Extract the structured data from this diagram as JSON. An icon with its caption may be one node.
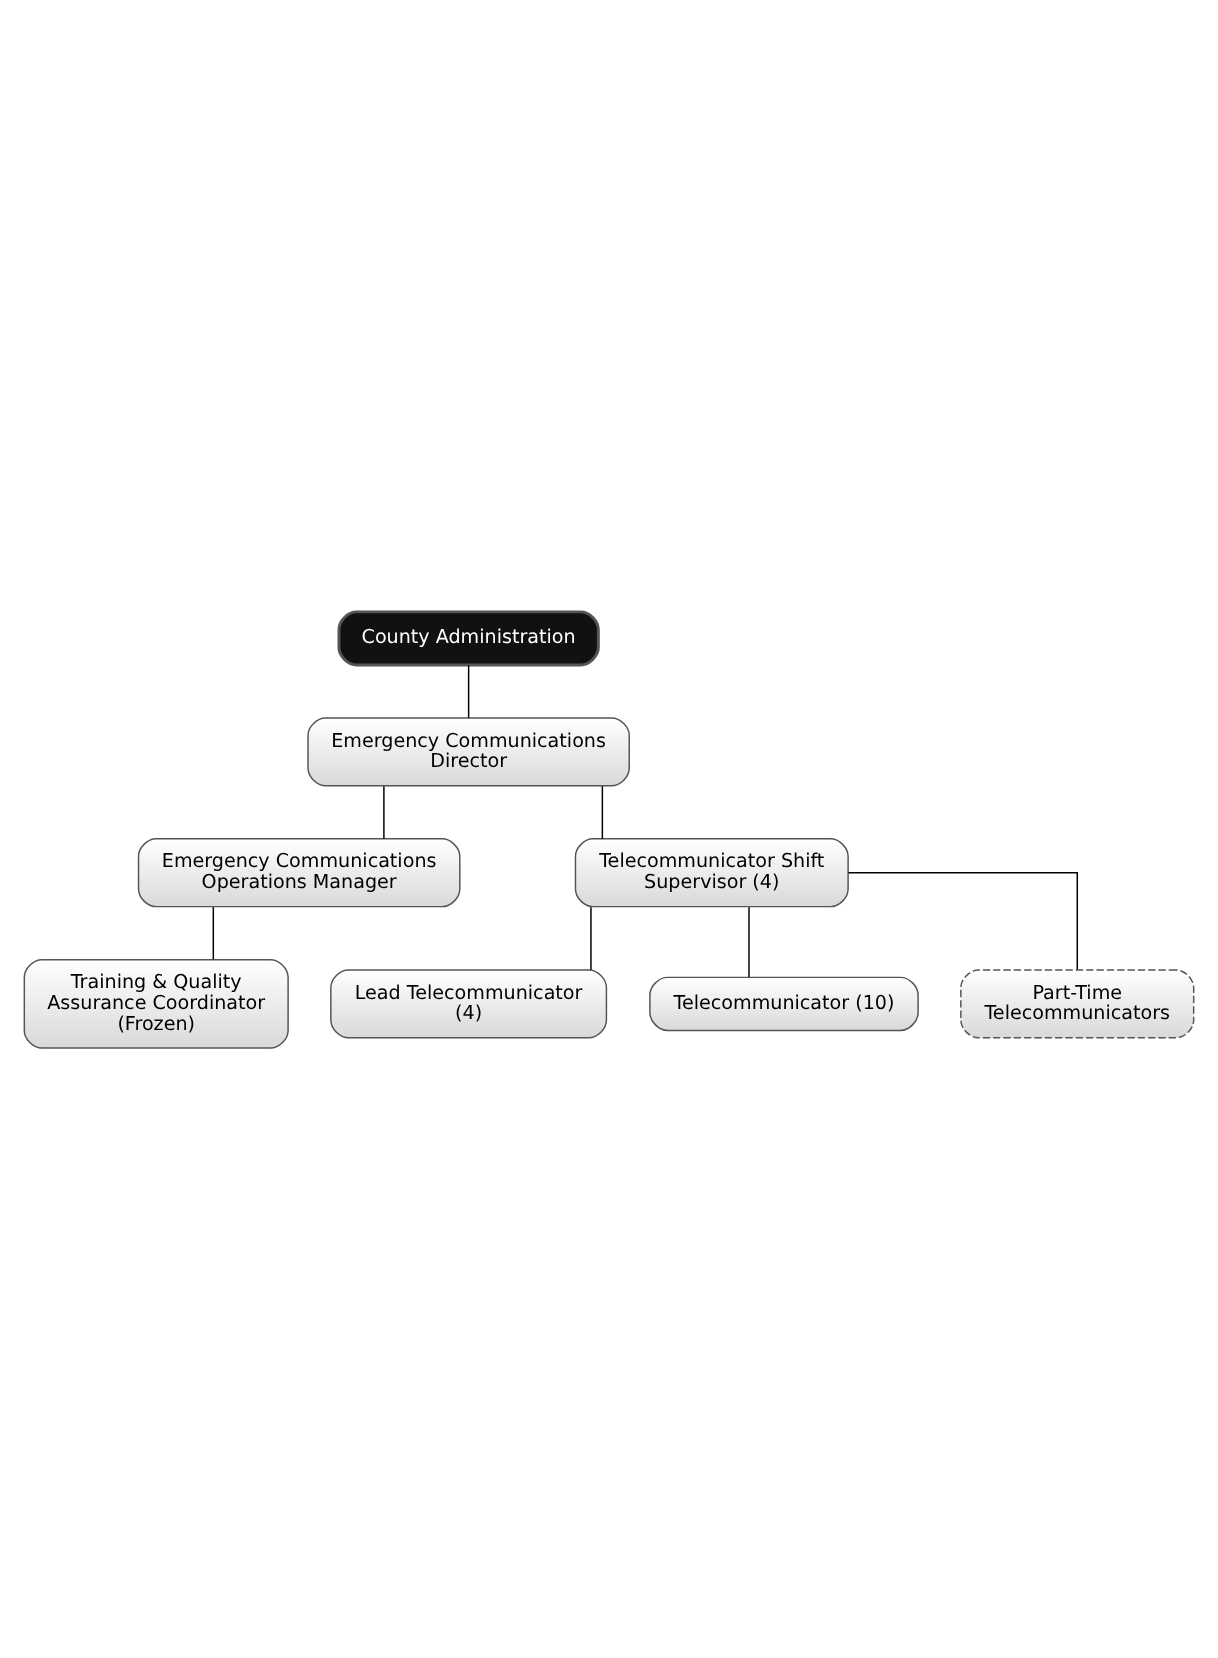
{
  "diagram": {
    "nodes": [
      {
        "text": [
          "County Administration"
        ]
      },
      {
        "text": [
          "Emergency Communications Director"
        ]
      },
      {
        "text": [
          "Emergency Communications Operations Manager"
        ]
      },
      {
        "text": [
          "Telecommunicator Shift Supervisor (4)"
        ]
      },
      {
        "text": [
          "Training & Quality Assurance Coordinator (Frozen)"
        ]
      },
      {
        "text": [
          "Lead Telecommunicator (4)"
        ]
      },
      {
        "text": [
          "Telecommunicator (10)"
        ]
      },
      {
        "text": [
          "Part-Time Telecommunicators"
        ]
      }
    ],
    "edges": [
      {
        "from": 0,
        "to": 1,
        "arrow": "none"
      },
      {
        "from": 1,
        "to": 2,
        "arrow": "none"
      },
      {
        "from": 1,
        "to": 3,
        "arrow": "none"
      },
      {
        "from": 2,
        "to": 4,
        "arrow": "none"
      },
      {
        "from": 3,
        "to": 5,
        "arrow": "none"
      },
      {
        "from": 3,
        "to": 6,
        "arrow": "none"
      },
      {
        "from": 3,
        "to": 7,
        "arrow": "none"
      }
    ]
  }
}
